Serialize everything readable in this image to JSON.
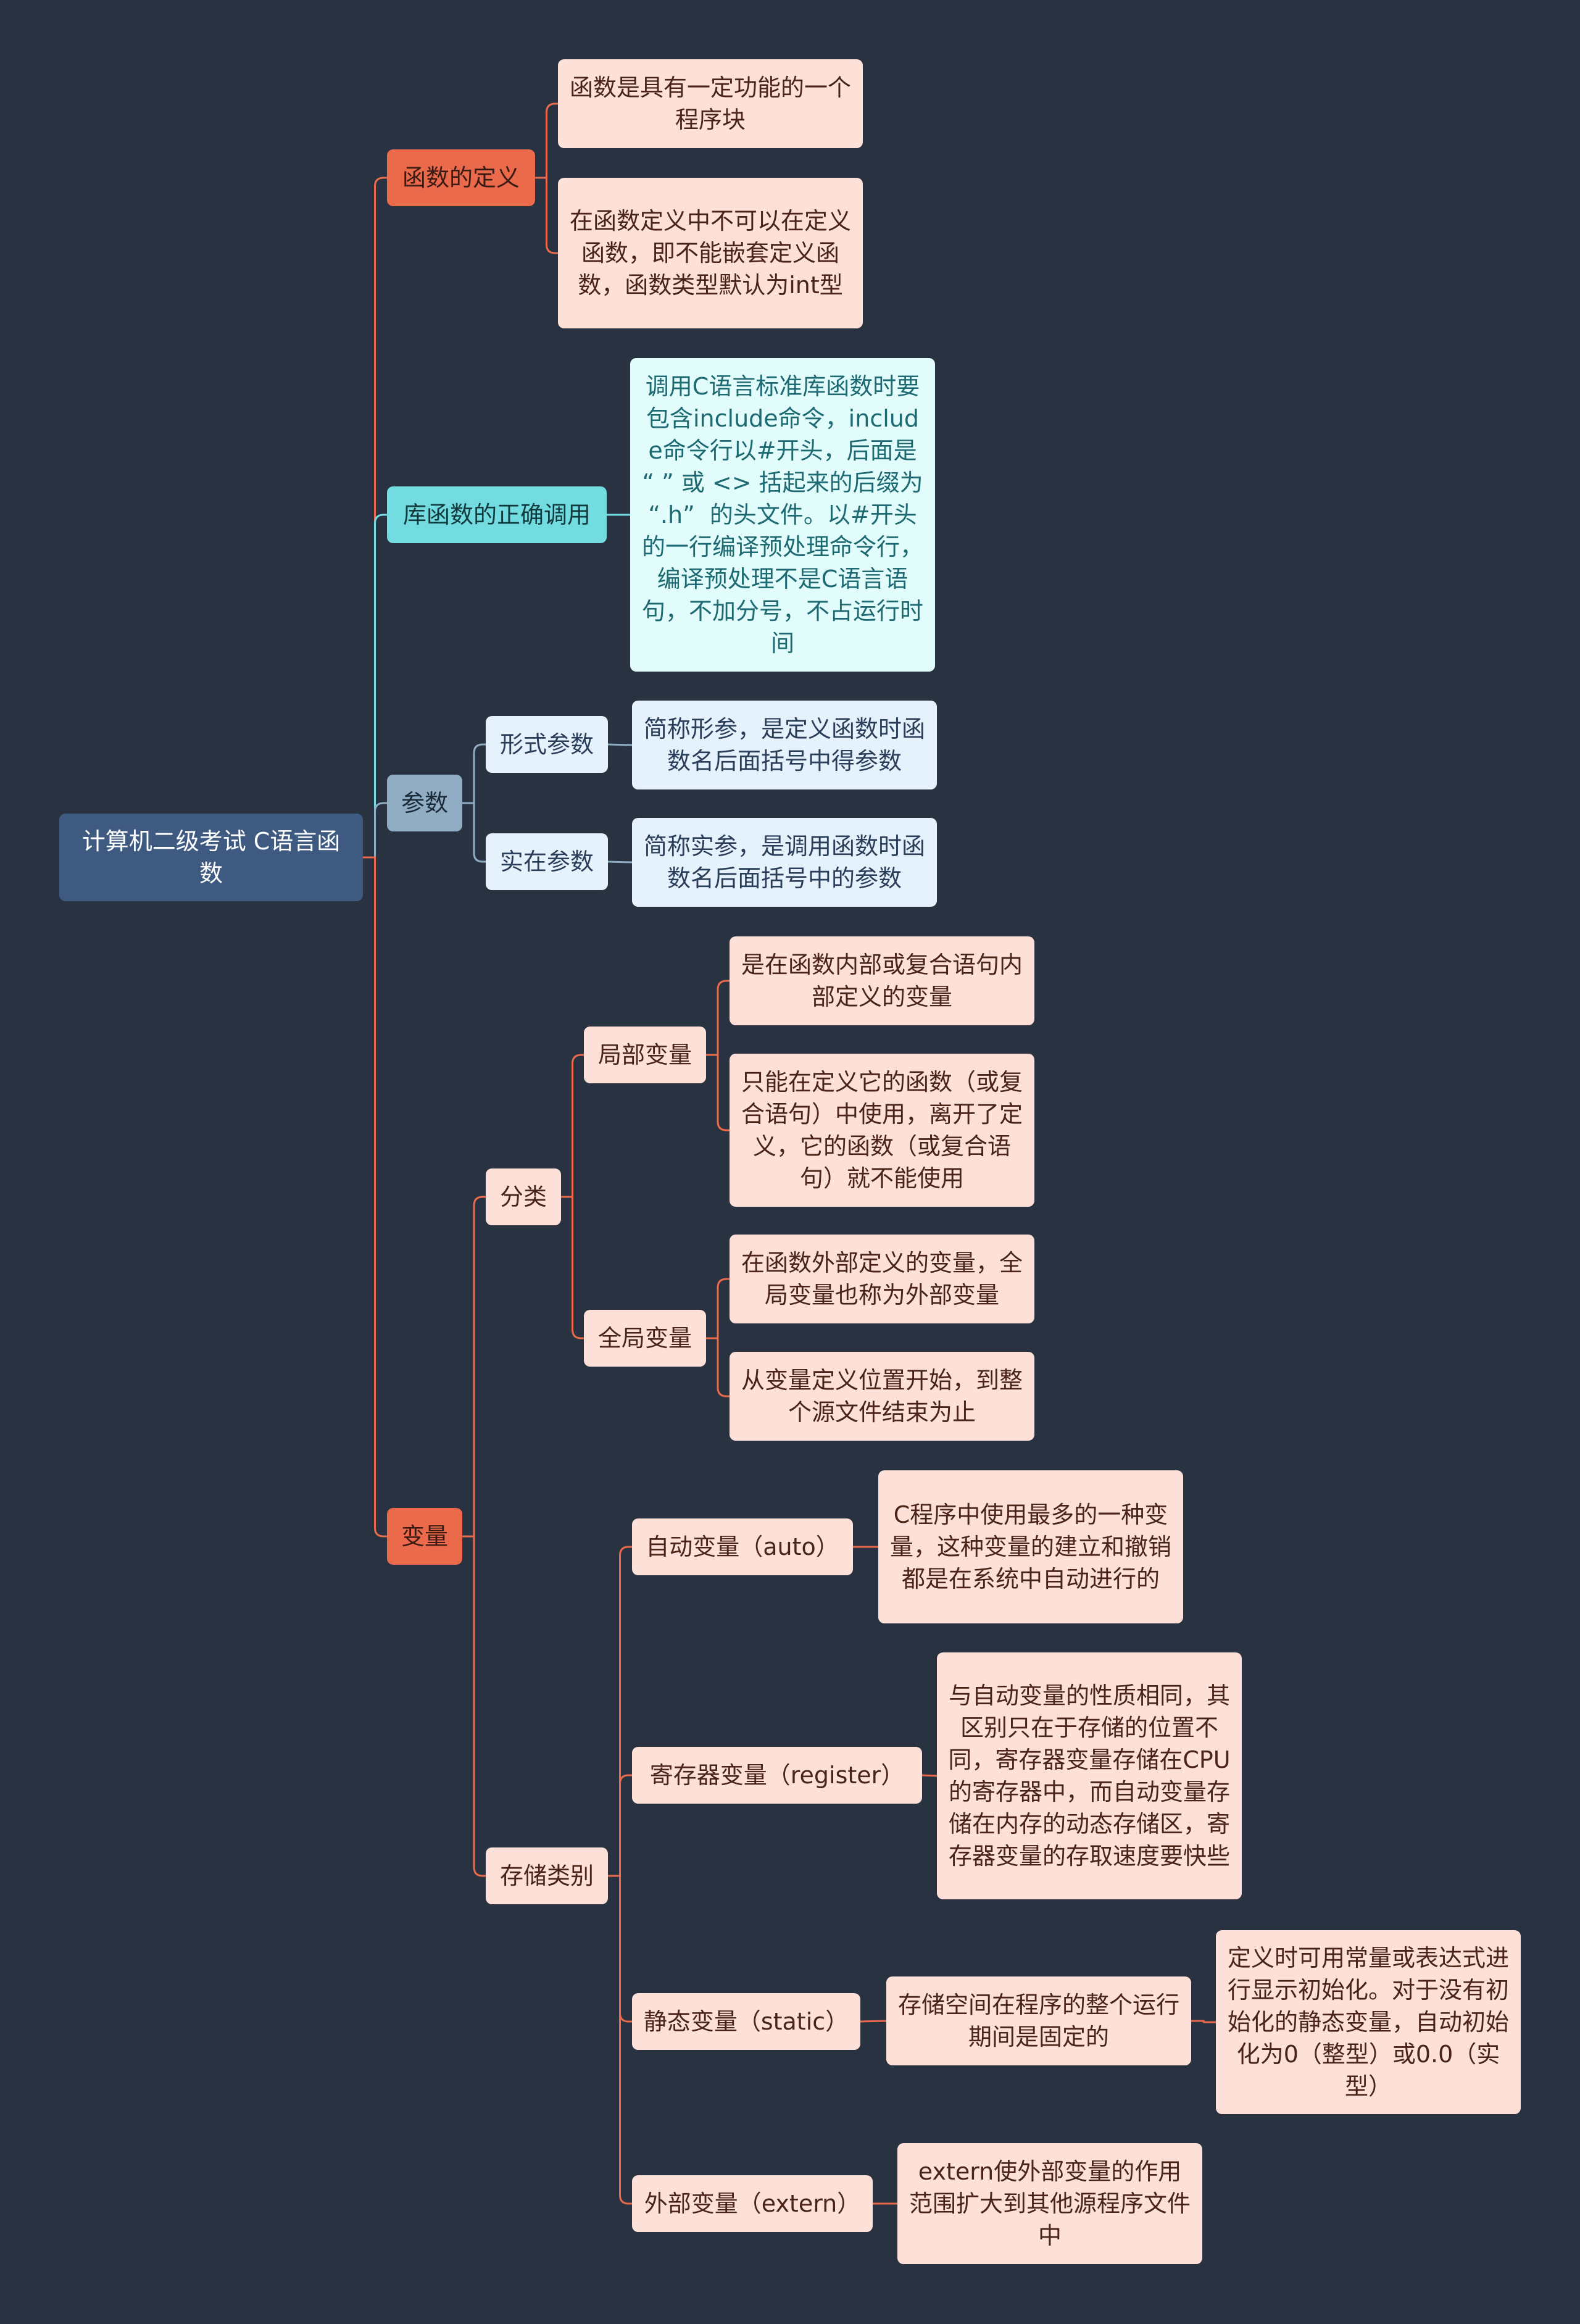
{
  "colors": {
    "background": "#293241",
    "root": "#3e5a80",
    "orange_branch": "#ea6a4b",
    "cyan_branch": "#72dce1",
    "blue_branch": "#90adc4",
    "peach_node": "#fde0d8",
    "light_cyan_node": "#e2fbfb",
    "light_blue_node": "#e5f1fb"
  },
  "root": {
    "text": "计算机二级考试 C语言函数"
  },
  "branches": {
    "definition": {
      "label": "函数的定义",
      "items": [
        "函数是具有一定功能的一个程序块",
        "在函数定义中不可以在定义函数，即不能嵌套定义函数，函数类型默认为int型"
      ]
    },
    "library": {
      "label": "库函数的正确调用",
      "detail": "调用C语言标准库函数时要包含include命令，include命令行以#开头，后面是 “ ” 或 <> 括起来的后缀为 “.h”  的头文件。以#开头的一行编译预处理命令行，编译预处理不是C语言语句，不加分号，不占运行时间"
    },
    "params": {
      "label": "参数",
      "formal": {
        "label": "形式参数",
        "detail": "简称形参，是定义函数时函数名后面括号中得参数"
      },
      "actual": {
        "label": "实在参数",
        "detail": "简称实参，是调用函数时函数名后面括号中的参数"
      }
    },
    "variables": {
      "label": "变量",
      "classification": {
        "label": "分类",
        "local": {
          "label": "局部变量",
          "items": [
            "是在函数内部或复合语句内部定义的变量",
            "只能在定义它的函数（或复合语句）中使用，离开了定义，它的函数（或复合语句）就不能使用"
          ]
        },
        "global": {
          "label": "全局变量",
          "items": [
            "在函数外部定义的变量，全局变量也称为外部变量",
            "从变量定义位置开始，到整个源文件结束为止"
          ]
        }
      },
      "storage": {
        "label": "存储类别",
        "auto": {
          "label": "自动变量（auto）",
          "detail": "C程序中使用最多的一种变量，这种变量的建立和撤销都是在系统中自动进行的"
        },
        "register": {
          "label": "寄存器变量（register）",
          "detail": "与自动变量的性质相同，其区别只在于存储的位置不同，寄存器变量存储在CPU的寄存器中，而自动变量存储在内存的动态存储区，寄存器变量的存取速度要快些"
        },
        "static": {
          "label": "静态变量（static）",
          "detail": "存储空间在程序的整个运行期间是固定的",
          "subdetail": "定义时可用常量或表达式进行显示初始化。对于没有初始化的静态变量，自动初始化为0（整型）或0.0（实型）"
        },
        "extern": {
          "label": "外部变量（extern）",
          "detail": "extern使外部变量的作用范围扩大到其他源程序文件中"
        }
      }
    }
  }
}
